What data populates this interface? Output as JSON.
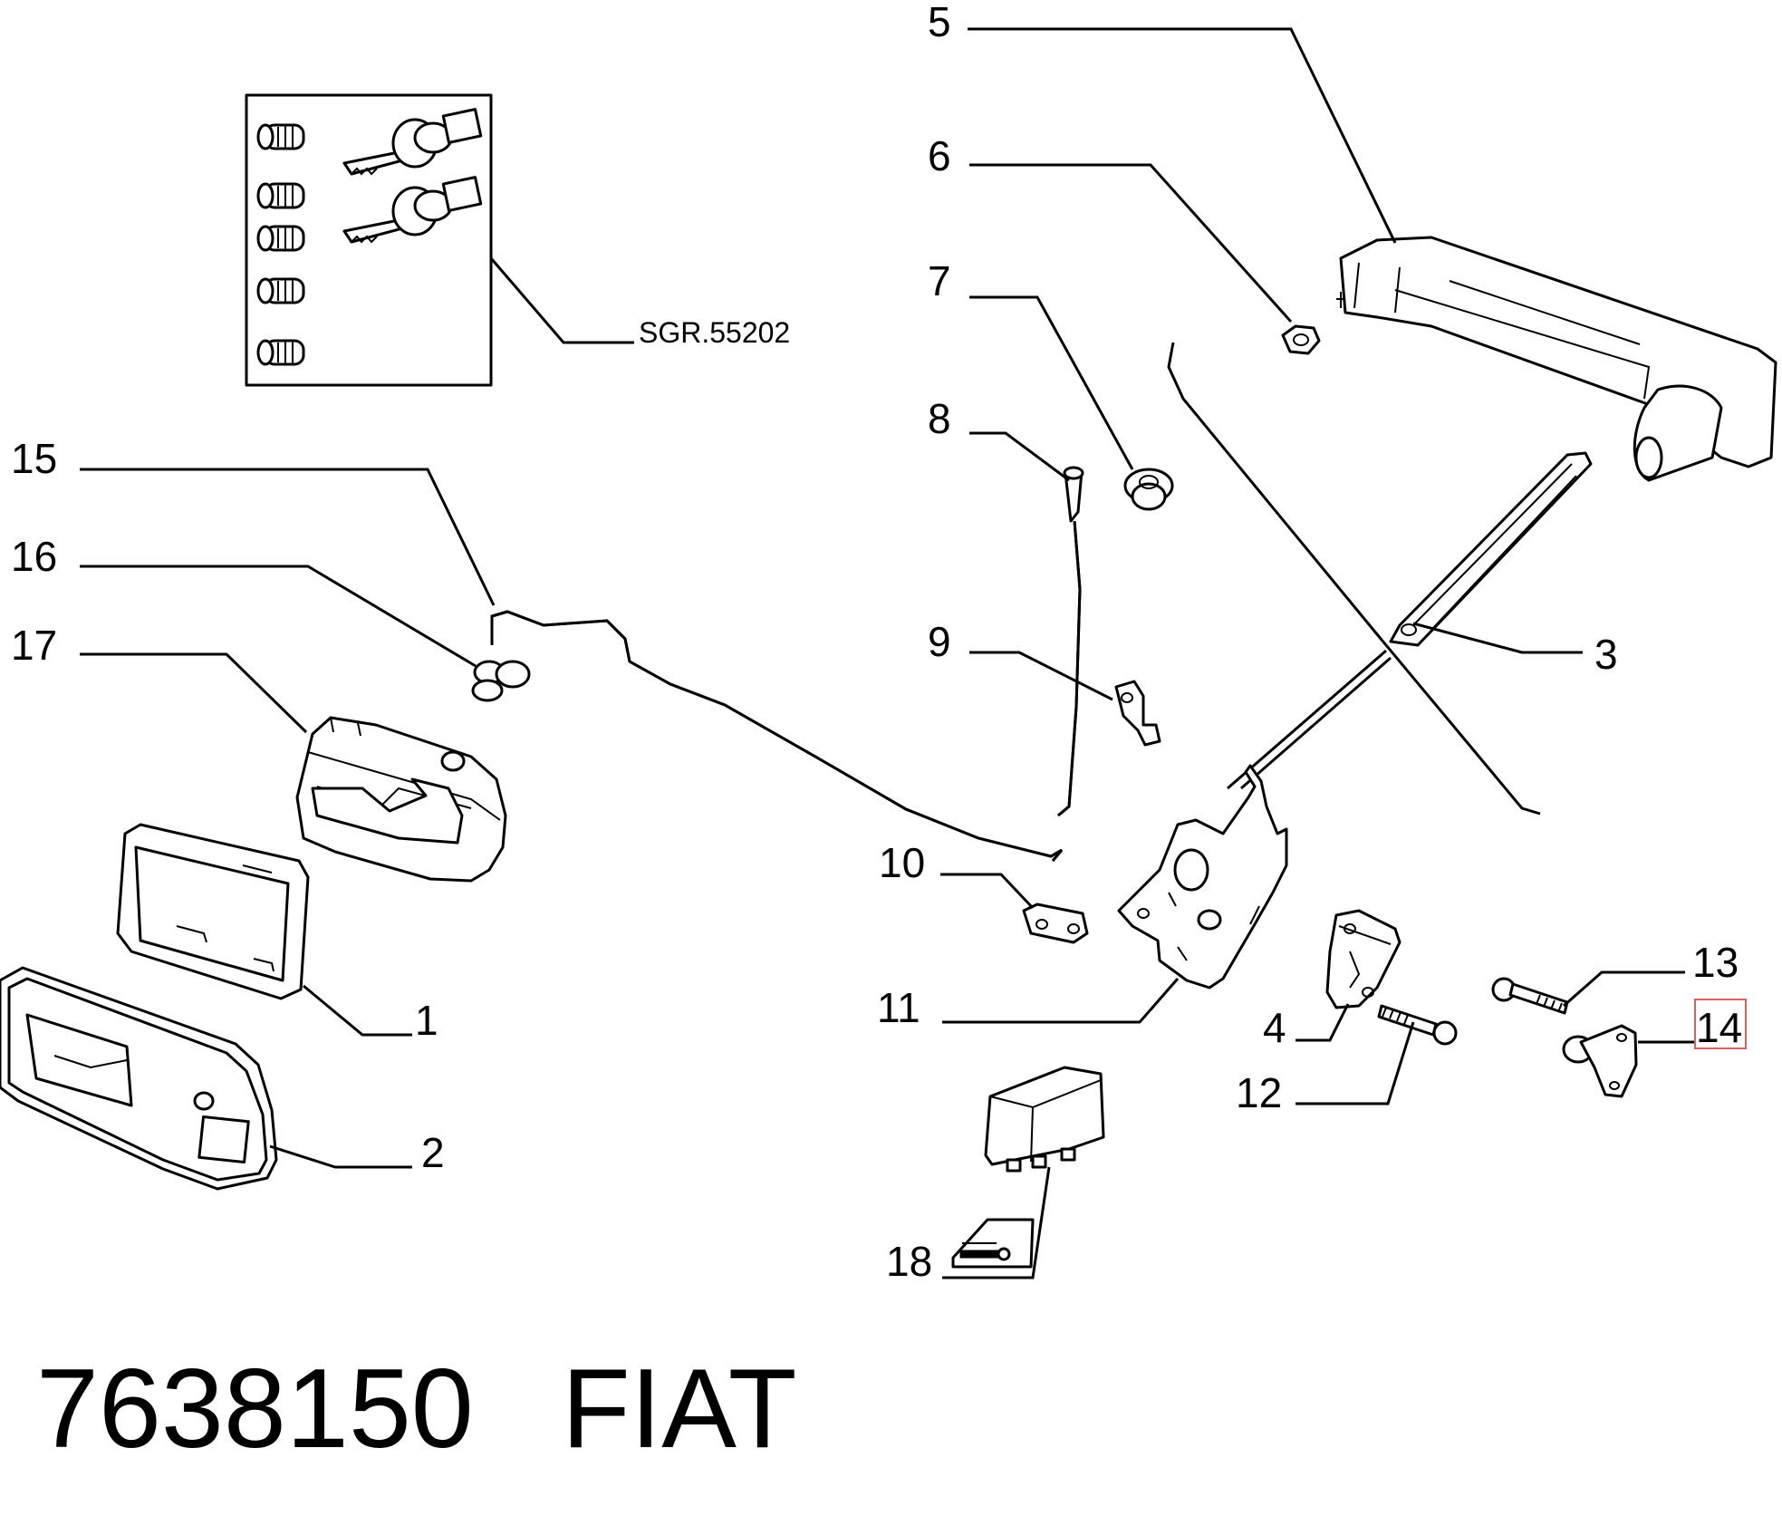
{
  "callouts": {
    "c1": "1",
    "c2": "2",
    "c3": "3",
    "c4": "4",
    "c5": "5",
    "c6": "6",
    "c7": "7",
    "c8": "8",
    "c9": "9",
    "c10": "10",
    "c11": "11",
    "c12": "12",
    "c13": "13",
    "c14": "14",
    "c15": "15",
    "c16": "16",
    "c17": "17",
    "c18": "18"
  },
  "reference_label": "SGR.55202",
  "highlighted_callout": "14",
  "highlight_color": "#e06060",
  "footer": {
    "part_number": "7638150",
    "brand": "FIAT"
  }
}
